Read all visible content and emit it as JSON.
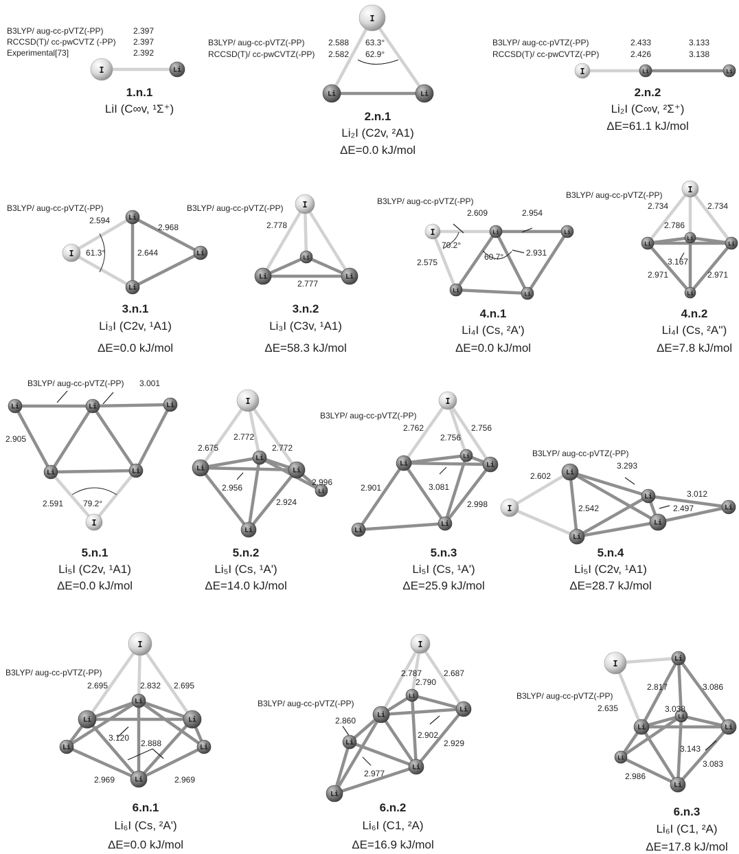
{
  "figure": {
    "structures": [
      {
        "id": "1.n.1",
        "formula": "LiI",
        "state": "(C∞v, ¹Σ⁺)",
        "energy": "",
        "method_lines": [
          {
            "label": "B3LYP/ aug-cc-pVTZ(-PP)",
            "values": [
              "2.397"
            ]
          },
          {
            "label": "RCCSD(T)/ cc-pwCVTZ (-PP)",
            "values": [
              "2.397"
            ]
          },
          {
            "label": "Experimental[73]",
            "values": [
              "2.392"
            ]
          }
        ],
        "measurements": []
      },
      {
        "id": "2.n.1",
        "formula": "Li₂I",
        "state": "(C2v, ²A1)",
        "energy": "ΔE=0.0 kJ/mol",
        "method_lines": [
          {
            "label": "B3LYP/ aug-cc-pVTZ(-PP)",
            "values": [
              "2.588",
              "63.3°"
            ]
          },
          {
            "label": "RCCSD(T)/ cc-pwCVTZ(-PP)",
            "values": [
              "2.582",
              "62.9°"
            ]
          }
        ],
        "measurements": []
      },
      {
        "id": "2.n.2",
        "formula": "Li₂I",
        "state": "(C∞v, ²Σ⁺)",
        "energy": "ΔE=61.1 kJ/mol",
        "method_lines": [
          {
            "label": "B3LYP/ aug-cc-pVTZ(-PP)",
            "values": [
              "2.433",
              "3.133"
            ]
          },
          {
            "label": "RCCSD(T)/ cc-pwCVTZ(-PP)",
            "values": [
              "2.426",
              "3.138"
            ]
          }
        ],
        "measurements": []
      },
      {
        "id": "3.n.1",
        "formula": "Li₃I",
        "state": "(C2v, ¹A1)",
        "energy": "ΔE=0.0 kJ/mol",
        "method_lines": [
          {
            "label": "B3LYP/ aug-cc-pVTZ(-PP)",
            "values": []
          }
        ],
        "measurements": [
          "2.594",
          "2.968",
          "61.3°",
          "2.644"
        ]
      },
      {
        "id": "3.n.2",
        "formula": "Li₃I",
        "state": "(C3v, ¹A1)",
        "energy": "ΔE=58.3 kJ/mol",
        "method_lines": [
          {
            "label": "B3LYP/ aug-cc-pVTZ(-PP)",
            "values": []
          }
        ],
        "measurements": [
          "2.778",
          "2.777"
        ]
      },
      {
        "id": "4.n.1",
        "formula": "Li₄I",
        "state": "(Cs, ²A')",
        "energy": "ΔE=0.0 kJ/mol",
        "method_lines": [
          {
            "label": "B3LYP/ aug-cc-pVTZ(-PP)",
            "values": []
          }
        ],
        "measurements": [
          "2.609",
          "2.954",
          "70.2°",
          "2.931",
          "60.7°",
          "2.575"
        ]
      },
      {
        "id": "4.n.2",
        "formula": "Li₄I",
        "state": "(Cs, ²A'')",
        "energy": "ΔE=7.8 kJ/mol",
        "method_lines": [
          {
            "label": "B3LYP/ aug-cc-pVTZ(-PP)",
            "values": []
          }
        ],
        "measurements": [
          "2.734",
          "2.734",
          "2.786",
          "3.167",
          "2.971",
          "2.971"
        ]
      },
      {
        "id": "5.n.1",
        "formula": "Li₅I",
        "state": "(C2v, ¹A1)",
        "energy": "ΔE=0.0 kJ/mol",
        "method_lines": [
          {
            "label": "B3LYP/ aug-cc-pVTZ(-PP)",
            "values": [
              "3.001"
            ]
          }
        ],
        "measurements": [
          "2.905",
          "2.591",
          "79.2°"
        ]
      },
      {
        "id": "5.n.2",
        "formula": "Li₅I",
        "state": "(Cs, ¹A')",
        "energy": "ΔE=14.0 kJ/mol",
        "method_lines": [],
        "measurements": [
          "2.675",
          "2.772",
          "2.772",
          "2.996",
          "2.956",
          "2.924"
        ]
      },
      {
        "id": "5.n.3",
        "formula": "Li₅I",
        "state": "(Cs, ¹A')",
        "energy": "ΔE=25.9 kJ/mol",
        "method_lines": [
          {
            "label": "B3LYP/ aug-cc-pVTZ(-PP)",
            "values": []
          }
        ],
        "measurements": [
          "2.762",
          "2.756",
          "2.756",
          "2.901",
          "3.081",
          "2.998"
        ]
      },
      {
        "id": "5.n.4",
        "formula": "Li₅I",
        "state": "(C2v, ¹A1)",
        "energy": "ΔE=28.7 kJ/mol",
        "method_lines": [
          {
            "label": "B3LYP/ aug-cc-pVTZ(-PP)",
            "values": []
          }
        ],
        "measurements": [
          "3.293",
          "2.602",
          "3.012",
          "2.542",
          "2.497"
        ]
      },
      {
        "id": "6.n.1",
        "formula": "Li₆I",
        "state": "(Cs, ²A')",
        "energy": "ΔE=0.0 kJ/mol",
        "method_lines": [
          {
            "label": "B3LYP/ aug-cc-pVTZ(-PP)",
            "values": []
          }
        ],
        "measurements": [
          "2.695",
          "2.832",
          "2.695",
          "3.120",
          "2.888",
          "2.969",
          "2.969"
        ]
      },
      {
        "id": "6.n.2",
        "formula": "Li₆I",
        "state": "(C1, ²A)",
        "energy": "ΔE=16.9 kJ/mol",
        "method_lines": [
          {
            "label": "B3LYP/ aug-cc-pVTZ(-PP)",
            "values": []
          }
        ],
        "measurements": [
          "2.787",
          "2.790",
          "2.687",
          "2.860",
          "2.902",
          "2.929",
          "2.977"
        ]
      },
      {
        "id": "6.n.3",
        "formula": "Li₆I",
        "state": "(C1, ²A)",
        "energy": "ΔE=17.8 kJ/mol",
        "method_lines": [
          {
            "label": "B3LYP/ aug-cc-pVTZ(-PP)",
            "values": []
          }
        ],
        "measurements": [
          "2.817",
          "3.086",
          "2.635",
          "3.038",
          "3.143",
          "2.986",
          "3.083"
        ]
      }
    ],
    "element_symbols": {
      "iodine": "I",
      "lithium": "Li"
    },
    "colors": {
      "iodine_atom": "#d9d9d9",
      "lithium_atom": "#7a7a7a",
      "text": "#222222"
    }
  }
}
